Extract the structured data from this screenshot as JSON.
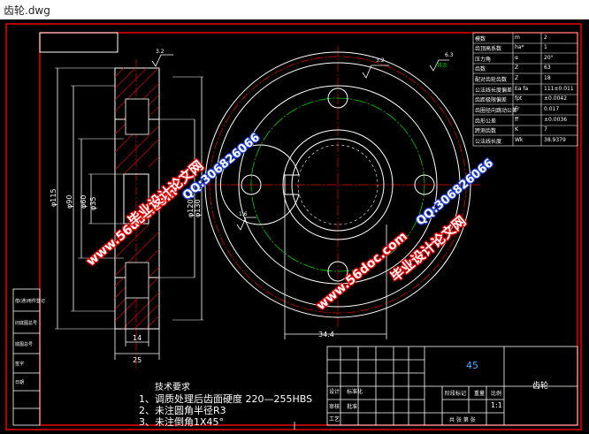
{
  "window": {
    "title": "齿轮.dwg"
  },
  "drawing": {
    "dims": {
      "d115": "φ115",
      "d90": "φ90",
      "d60": "φ60",
      "d35": "φ35",
      "d120": "φ120",
      "d130": "φ130",
      "w14": "14",
      "w25": "25",
      "key": "34.4",
      "ra32": "3.2",
      "ra16": "1.6",
      "ra63": "6.3",
      "hole": "φ",
      "rough_note": "其余"
    },
    "param_table": [
      {
        "name": "模数",
        "sym": "m",
        "val": "2"
      },
      {
        "name": "齿顶高系数",
        "sym": "ha*",
        "val": "1"
      },
      {
        "name": "压力角",
        "sym": "α",
        "val": "20°"
      },
      {
        "name": "齿数",
        "sym": "Z",
        "val": "63"
      },
      {
        "name": "配对齿轮齿数",
        "sym": "Z",
        "val": "18"
      },
      {
        "name": "公法线长度偏差",
        "sym": "Ea fa",
        "val": "111±0.011"
      },
      {
        "name": "齿距极限偏差",
        "sym": "fpt",
        "val": "±0.0042"
      },
      {
        "name": "齿圈径向跳动公差",
        "sym": "Fr",
        "val": "0.017"
      },
      {
        "name": "齿形公差",
        "sym": "ff",
        "val": "±0.0036"
      },
      {
        "name": "跨测齿数",
        "sym": "K",
        "val": "7"
      },
      {
        "name": "公法线长度",
        "sym": "Wk",
        "val": "38.9379"
      }
    ],
    "tech_req": {
      "title": "技术要求",
      "items": [
        "1、调质处理后齿面硬度 220—255HBS",
        "2、未注圆角半径R3",
        "3、未注倒角1X45°"
      ]
    },
    "title_block": {
      "material": "45",
      "part_name": "齿轮",
      "scale": "1:1",
      "labels": [
        "设计",
        "审核",
        "工艺",
        "标准化",
        "批准",
        "阶段标记",
        "重量",
        "比例",
        "共 张 第 张"
      ]
    },
    "left_block": [
      "借(通)用件登记",
      "旧底图总号",
      "底图总号",
      "签字",
      "日期"
    ],
    "watermarks": {
      "site": "www.56doc.com",
      "qq": "QQ:306826066",
      "brand": "毕业设计论文网"
    }
  }
}
